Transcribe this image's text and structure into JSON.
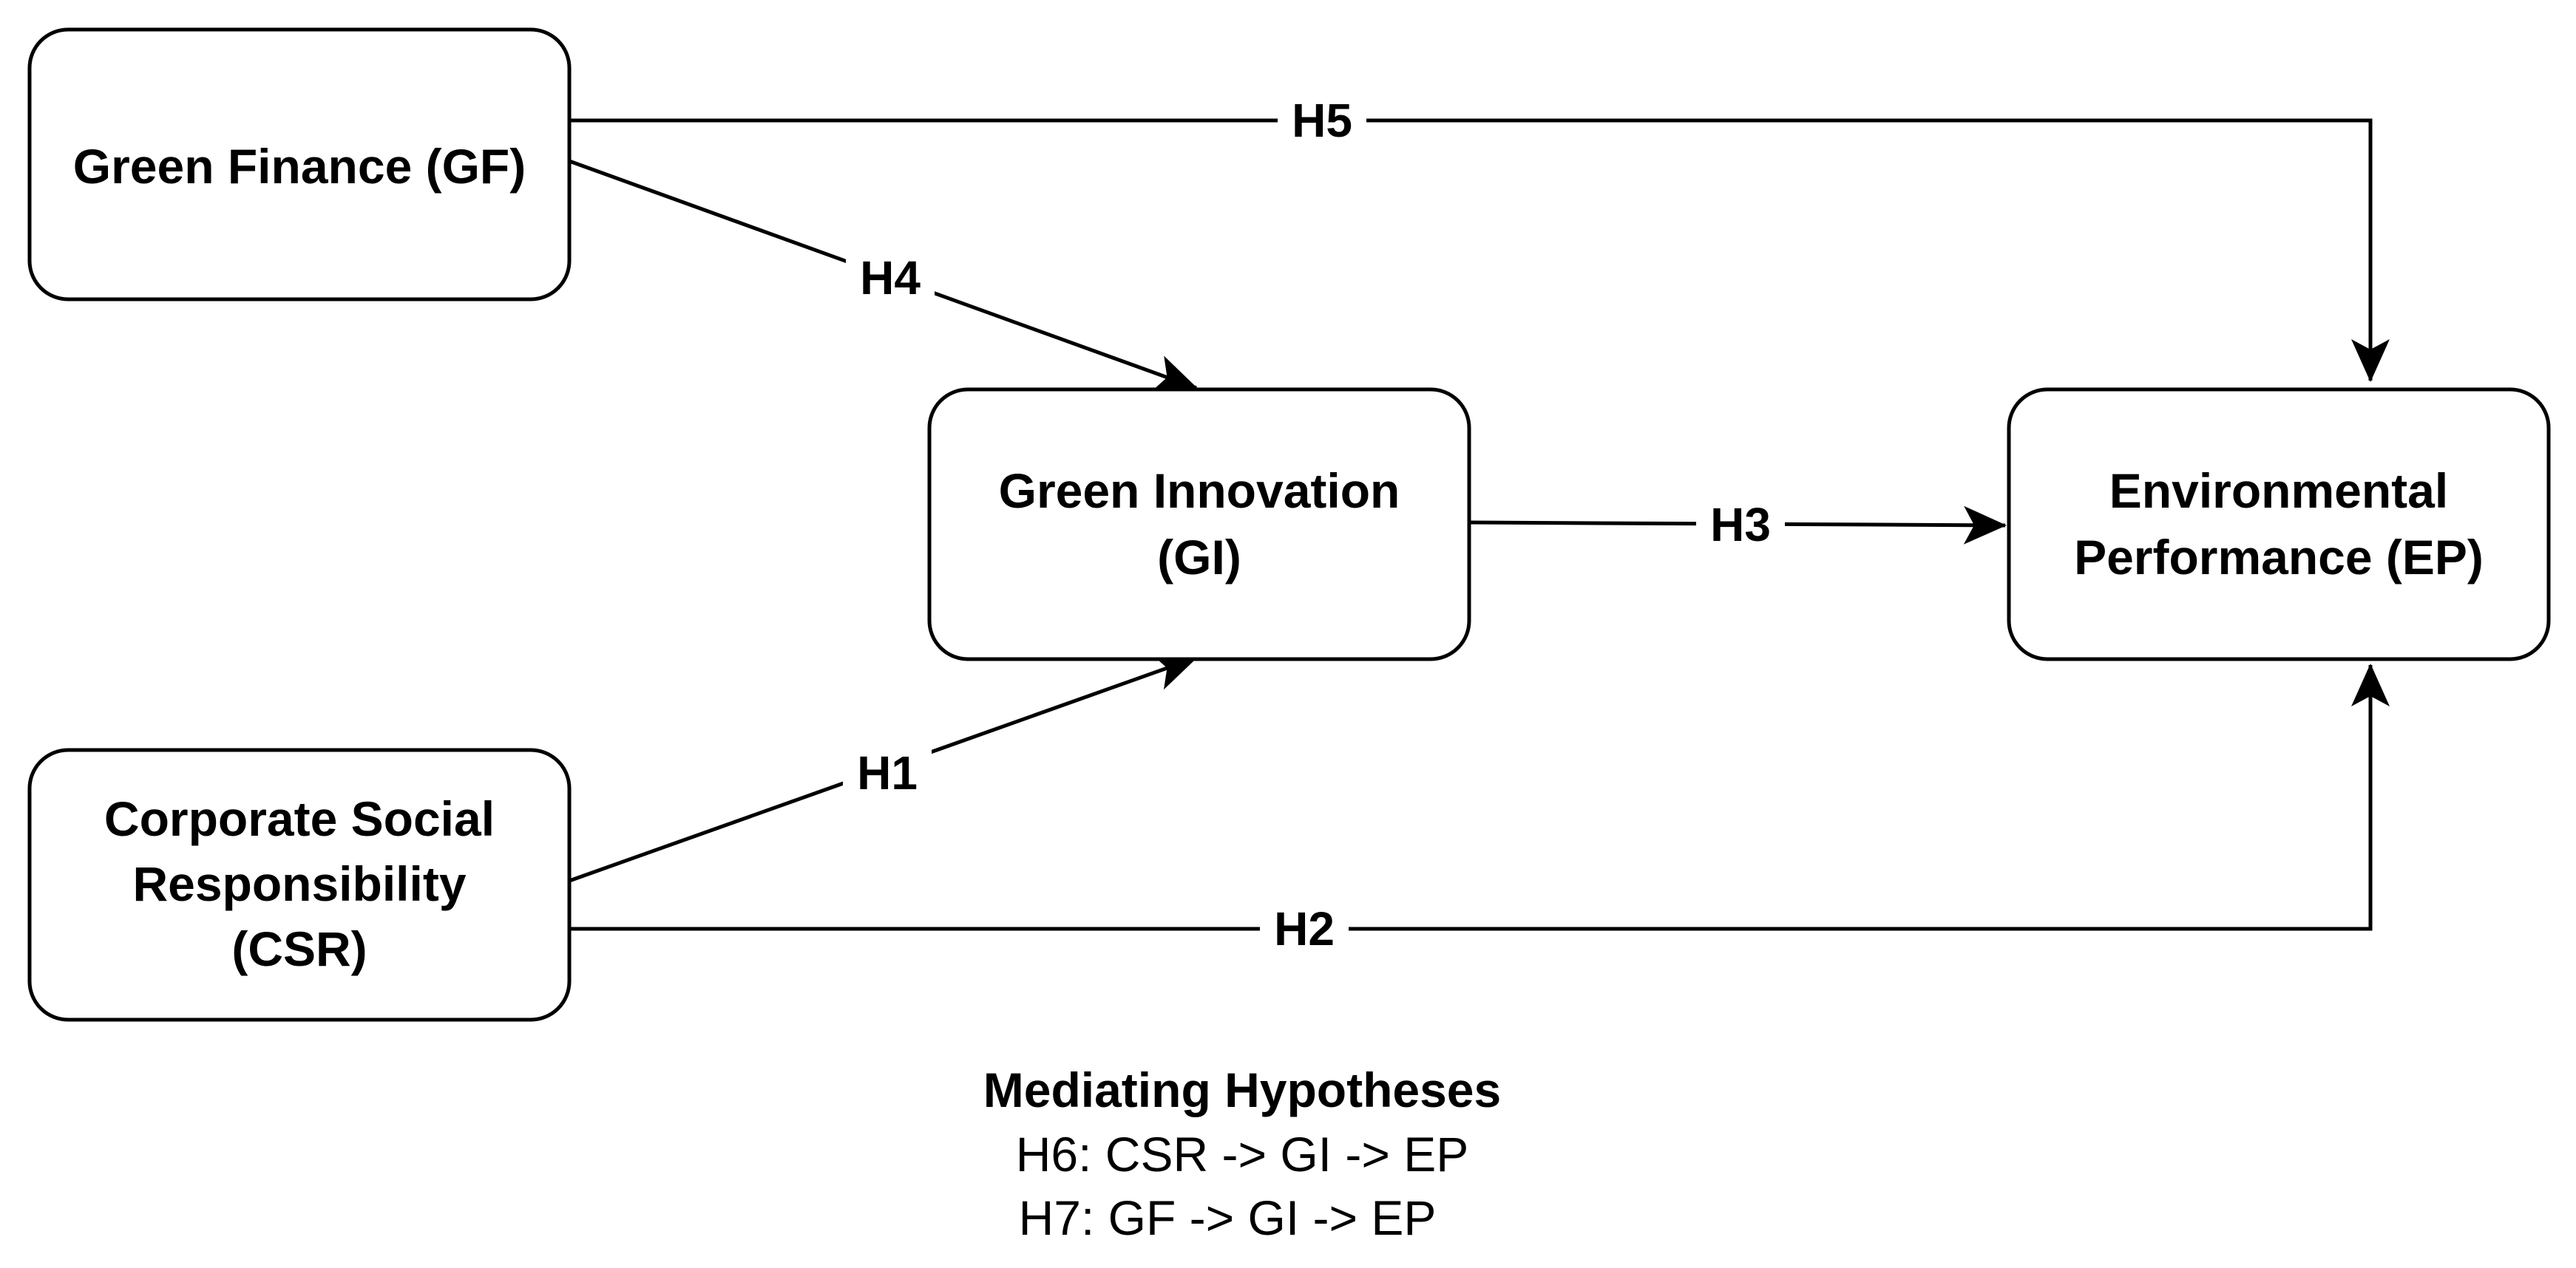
{
  "nodes": {
    "gf": {
      "lines": [
        "Green Finance (GF)"
      ]
    },
    "csr": {
      "lines": [
        "Corporate Social",
        "Responsibility",
        "(CSR)"
      ]
    },
    "gi": {
      "lines": [
        "Green Innovation",
        "(GI)"
      ]
    },
    "ep": {
      "lines": [
        "Environmental",
        "Performance (EP)"
      ]
    }
  },
  "edges": {
    "h1": "H1",
    "h2": "H2",
    "h3": "H3",
    "h4": "H4",
    "h5": "H5"
  },
  "mediating": {
    "title": "Mediating Hypotheses",
    "h6": "H6: CSR -> GI -> EP",
    "h7": "H7: GF -> GI -> EP"
  }
}
